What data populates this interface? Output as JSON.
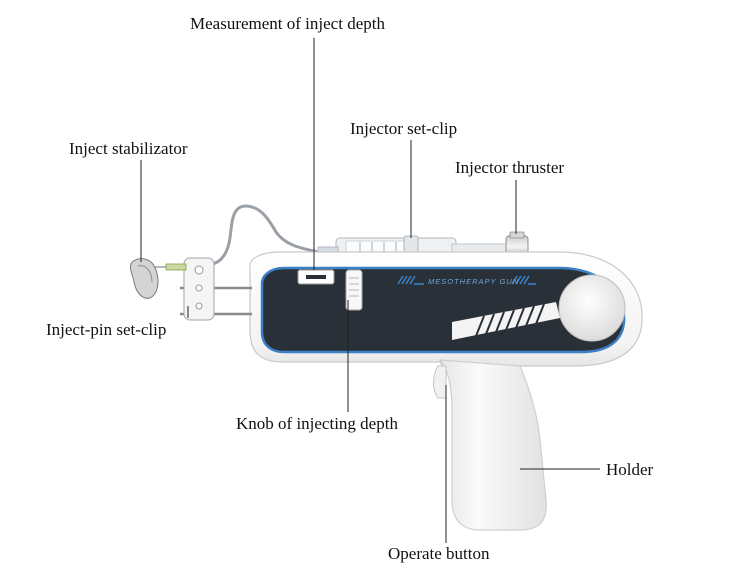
{
  "labels": {
    "measurement": "Measurement of inject depth",
    "set_clip": "Injector set-clip",
    "stabilizator": "Inject stabilizator",
    "thruster": "Injector thruster",
    "pin_clip": "Inject-pin set-clip",
    "knob": "Knob of injecting depth",
    "holder": "Holder",
    "operate": "Operate button"
  },
  "device": {
    "brand_text": "MESOTHERAPY GUN"
  },
  "colors": {
    "body": "#f6f6f6",
    "panel": "#2a3038",
    "accent": "#3b7fc4",
    "line": "#222222"
  }
}
